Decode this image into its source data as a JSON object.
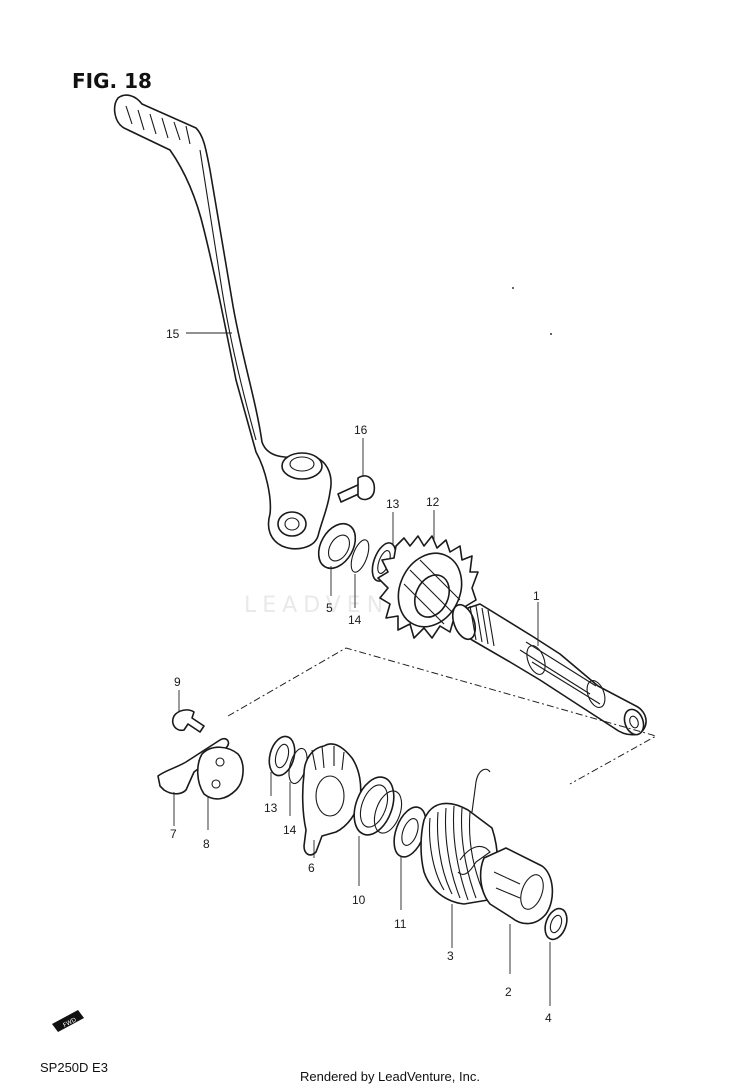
{
  "figure_title": "FIG. 18",
  "model_code": "SP250D E3",
  "footer": "Rendered by LeadVenture, Inc.",
  "watermark": "LEADVENTURE",
  "callouts": {
    "c1": "1",
    "c2": "2",
    "c3": "3",
    "c4": "4",
    "c5": "5",
    "c6": "6",
    "c7": "7",
    "c8": "8",
    "c9": "9",
    "c10": "10",
    "c11": "11",
    "c12": "12",
    "c13a": "13",
    "c13b": "13",
    "c14a": "14",
    "c14b": "14",
    "c15": "15",
    "c16": "16"
  },
  "fwd_badge": "FWD"
}
